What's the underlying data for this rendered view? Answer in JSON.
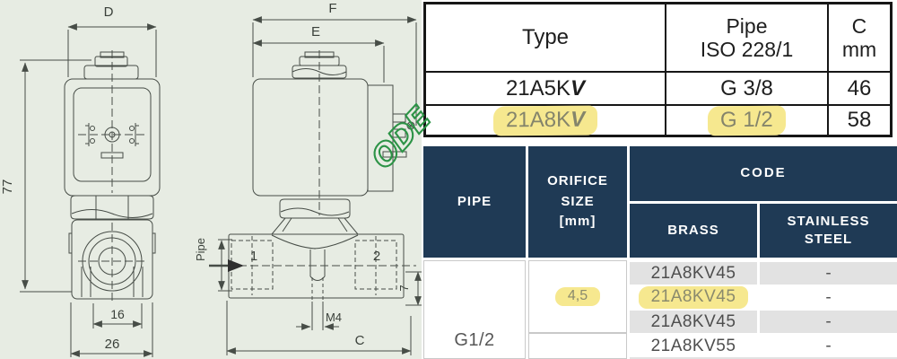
{
  "drawing": {
    "front_view": {
      "dim_width": "D",
      "dim_height": "77",
      "dim_port_width": "16",
      "dim_body_width": "26"
    },
    "side_view": {
      "dim_total_width": "F",
      "dim_coil_width": "E",
      "port_in": "1",
      "port_out": "2",
      "pipe_label": "Pipe",
      "thread_label": "M4",
      "dim_length": "C",
      "dim_offset": "7"
    },
    "watermark": "ODE"
  },
  "top_table": {
    "headers": {
      "type": "Type",
      "pipe_line1": "Pipe",
      "pipe_line2": "ISO 228/1",
      "c_line1": "C",
      "c_line2": "mm"
    },
    "rows": [
      {
        "type_base": "21A5K",
        "type_variant": "V",
        "pipe": "G 3/8",
        "c": "46",
        "highlighted": false
      },
      {
        "type_base": "21A8K",
        "type_variant": "V",
        "pipe": "G 1/2",
        "c": "58",
        "highlighted": true
      }
    ]
  },
  "bottom_table": {
    "headers": {
      "pipe": "PIPE",
      "orifice_line1": "ORIFICE",
      "orifice_line2": "SIZE",
      "orifice_line3": "[mm]",
      "code": "CODE",
      "brass": "BRASS",
      "stainless_line1": "STAINLESS",
      "stainless_line2": "STEEL"
    },
    "pipe_value": "G1/2",
    "orifice_value": "4,5",
    "rows": [
      {
        "brass": "21A8KV45",
        "stainless": "-",
        "shaded": true,
        "highlighted": false
      },
      {
        "brass": "21A8KV45",
        "stainless": "-",
        "shaded": false,
        "highlighted": true
      },
      {
        "brass": "21A8KV45",
        "stainless": "-",
        "shaded": true,
        "highlighted": false
      },
      {
        "brass": "21A8KV55",
        "stainless": "-",
        "shaded": false,
        "highlighted": false
      }
    ]
  },
  "colors": {
    "header_navy": "#1f3a55",
    "highlight_yellow": "#f6e88f",
    "row_shade_gray": "#e2e2e2",
    "drawing_background": "#e7ece3",
    "watermark_green": "#2c9346",
    "line_color": "#474d47"
  }
}
